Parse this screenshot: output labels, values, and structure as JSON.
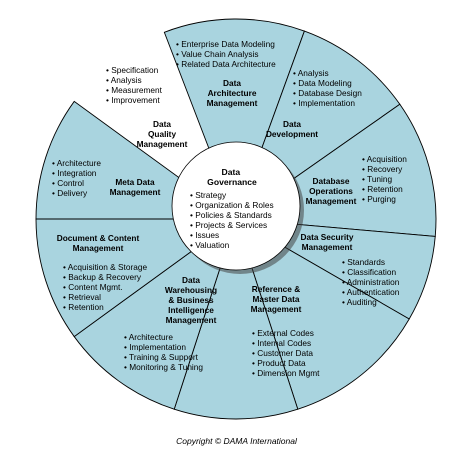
{
  "colors": {
    "segment_fill": "#a9d4df",
    "segment_stroke": "#000000",
    "hub_fill": "#ffffff",
    "hub_shadow": "#444444"
  },
  "hub": {
    "title": [
      "Data",
      "Governance"
    ],
    "items": [
      "• Strategy",
      "• Organization & Roles",
      "• Policies & Standards",
      "• Projects & Services",
      "• Issues",
      "• Valuation"
    ]
  },
  "segments": [
    {
      "id": "data-architecture-management",
      "title": [
        "Data",
        "Architecture",
        "Management"
      ],
      "items": [
        "• Enterprise Data Modeling",
        "• Value Chain Analysis",
        "• Related Data Architecture"
      ]
    },
    {
      "id": "data-development",
      "title": [
        "Data",
        "Development"
      ],
      "items": [
        "• Analysis",
        "• Data Modeling",
        "• Database Design",
        "• Implementation"
      ]
    },
    {
      "id": "database-operations-management",
      "title": [
        "Database",
        "Operations",
        "Management"
      ],
      "items": [
        "• Acquisition",
        "• Recovery",
        "• Tuning",
        "• Retention",
        "• Purging"
      ]
    },
    {
      "id": "data-security-management",
      "title": [
        "Data  Security",
        "Management"
      ],
      "items": [
        "• Standards",
        "• Classification",
        "• Administration",
        "• Authentication",
        "• Auditing"
      ]
    },
    {
      "id": "reference-master-data-management",
      "title": [
        "Reference &",
        "Master Data",
        "Management"
      ],
      "items": [
        "• External Codes",
        "• Internal Codes",
        "• Customer Data",
        "• Product Data",
        "• Dimension Mgmt"
      ]
    },
    {
      "id": "data-warehousing-bi-management",
      "title": [
        "Data",
        "Warehousing",
        "& Business",
        "Intelligence",
        "Management"
      ],
      "items": [
        "• Architecture",
        "• Implementation",
        "• Training & Support",
        "• Monitoring & Tuning"
      ]
    },
    {
      "id": "document-content-management",
      "title": [
        "Document & Content",
        "Management"
      ],
      "items": [
        "• Acquisition & Storage",
        "• Backup & Recovery",
        "• Content Mgmt.",
        "• Retrieval",
        "• Retention"
      ]
    },
    {
      "id": "meta-data-management",
      "title": [
        "Meta Data",
        "Management"
      ],
      "items": [
        "• Architecture",
        "• Integration",
        "• Control",
        "• Delivery"
      ]
    },
    {
      "id": "data-quality-management",
      "title": [
        "Data",
        "Quality",
        "Management"
      ],
      "items": [
        "• Specification",
        "• Analysis",
        "• Measurement",
        "• Improvement"
      ]
    }
  ],
  "copyright": "Copyright © DAMA International"
}
